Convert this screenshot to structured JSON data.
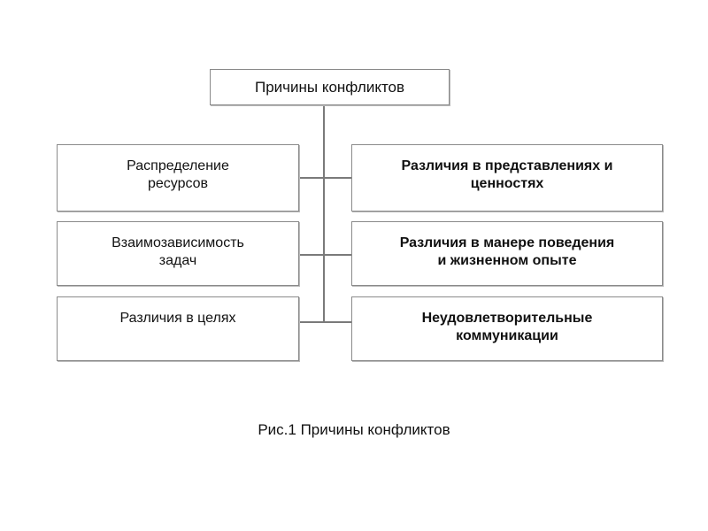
{
  "diagram": {
    "title_box": {
      "label": "Причины конфликтов"
    },
    "left_boxes": [
      {
        "label": "Распределение\nресурсов"
      },
      {
        "label": "Взаимозависимость\nзадач"
      },
      {
        "label": "Различия в целях"
      }
    ],
    "right_boxes": [
      {
        "label": "Различия в представлениях и\nценностях"
      },
      {
        "label": "Различия в манере поведения\nи жизненном опыте"
      },
      {
        "label": "Неудовлетворительные\nкоммуникации"
      }
    ],
    "caption": "Рис.1  Причины конфликтов",
    "colors": {
      "background": "#ffffff",
      "box_border": "#8a8a8a",
      "connector": "#7a7a7a",
      "text": "#111111"
    }
  }
}
